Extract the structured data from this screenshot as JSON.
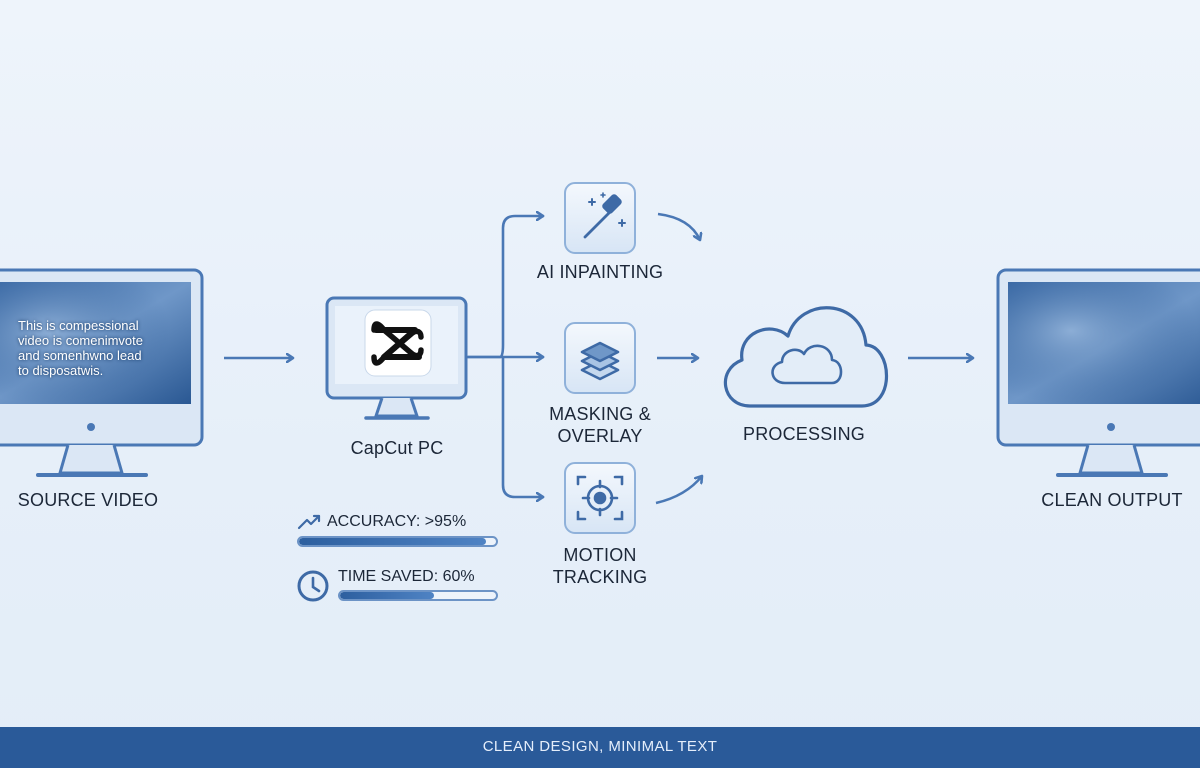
{
  "nodes": {
    "source": {
      "label": "SOURCE VIDEO",
      "overlay_text": [
        "This is compessional",
        "video is comenimvote",
        "and somenhwno lead",
        "to disposatwis."
      ]
    },
    "capcut": {
      "label": "CapCut PC"
    },
    "inpainting": {
      "label": "AI INPAINTING",
      "icon": "magic-wand-icon"
    },
    "masking": {
      "label_lines": [
        "MASKING &",
        "OVERLAY"
      ],
      "icon": "layers-icon"
    },
    "tracking": {
      "label_lines": [
        "MOTION",
        "TRACKING"
      ],
      "icon": "target-icon"
    },
    "processing": {
      "label": "PROCESSING",
      "icon": "cloud-icon"
    },
    "output": {
      "label": "CLEAN OUTPUT"
    }
  },
  "metrics": [
    {
      "label": "ACCURACY: >95%",
      "icon": "trend-up-icon",
      "value": 0.95
    },
    {
      "label": "TIME SAVED: 60%",
      "icon": "clock-icon",
      "value": 0.6
    }
  ],
  "footer": {
    "text": "CLEAN DESIGN, MINIMAL TEXT"
  },
  "colors": {
    "accent": "#2a5a99",
    "line": "#4a78b5",
    "background": "#eaf2fa"
  }
}
